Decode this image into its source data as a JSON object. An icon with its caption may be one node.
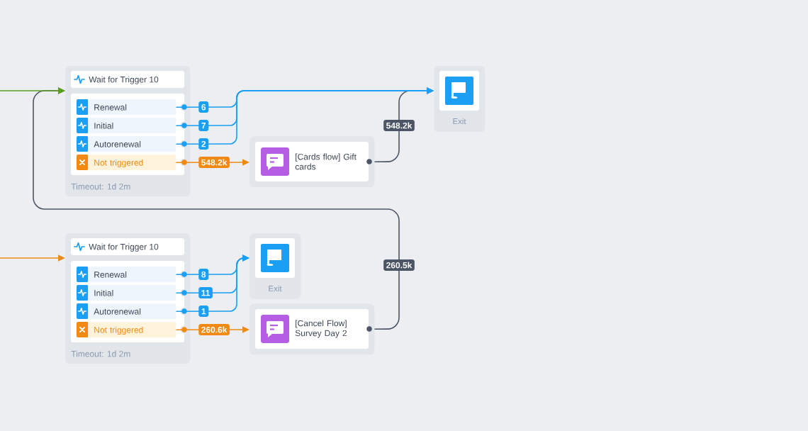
{
  "diagram": {
    "nodes": [
      {
        "text": [
          "Wait for Trigger 10",
          "Timeout: 1d 2m"
        ]
      },
      {
        "text": [
          "Renewal"
        ],
        "in": 0
      },
      {
        "text": [
          "Initial"
        ],
        "in": 0
      },
      {
        "text": [
          "Autorenewal"
        ],
        "in": 0
      },
      {
        "text": [
          "Not triggered"
        ],
        "in": 0
      },
      {
        "text": [
          "[Cards flow] Gift cards"
        ]
      },
      {
        "text": [
          "Exit"
        ]
      },
      {
        "text": [
          "Wait for Trigger 10",
          "Timeout: 1d 2m"
        ]
      },
      {
        "text": [
          "Renewal"
        ],
        "in": 7
      },
      {
        "text": [
          "Initial"
        ],
        "in": 7
      },
      {
        "text": [
          "Autorenewal"
        ],
        "in": 7
      },
      {
        "text": [
          "Not triggered"
        ],
        "in": 7
      },
      {
        "text": [
          "Exit"
        ]
      },
      {
        "text": [
          "[Cancel Flow] Survey Day 2"
        ]
      }
    ],
    "edges": [
      {
        "from": null,
        "to": 0,
        "arrow": "to",
        "color": "#5a9e1c"
      },
      {
        "from": 1,
        "to": 6,
        "arrow": "to",
        "label": "6"
      },
      {
        "from": 2,
        "to": 6,
        "arrow": "to",
        "label": "7"
      },
      {
        "from": 3,
        "to": 6,
        "arrow": "to",
        "label": "2"
      },
      {
        "from": 4,
        "to": 5,
        "arrow": "to",
        "label": "548.2k",
        "color": "#f08a12"
      },
      {
        "from": 5,
        "to": 6,
        "arrow": "to",
        "label": "548.2k",
        "color": "#4b5565"
      },
      {
        "from": null,
        "to": 7,
        "arrow": "to",
        "color": "#f08a12"
      },
      {
        "from": 8,
        "to": 12,
        "arrow": "to",
        "label": "8"
      },
      {
        "from": 9,
        "to": 12,
        "arrow": "to",
        "label": "11"
      },
      {
        "from": 10,
        "to": 12,
        "arrow": "to",
        "label": "1"
      },
      {
        "from": 11,
        "to": 13,
        "arrow": "to",
        "label": "260.6k",
        "color": "#f08a12"
      },
      {
        "from": 13,
        "to": 0,
        "arrow": "to",
        "label": "260.5k",
        "color": "#4b5565"
      }
    ]
  }
}
